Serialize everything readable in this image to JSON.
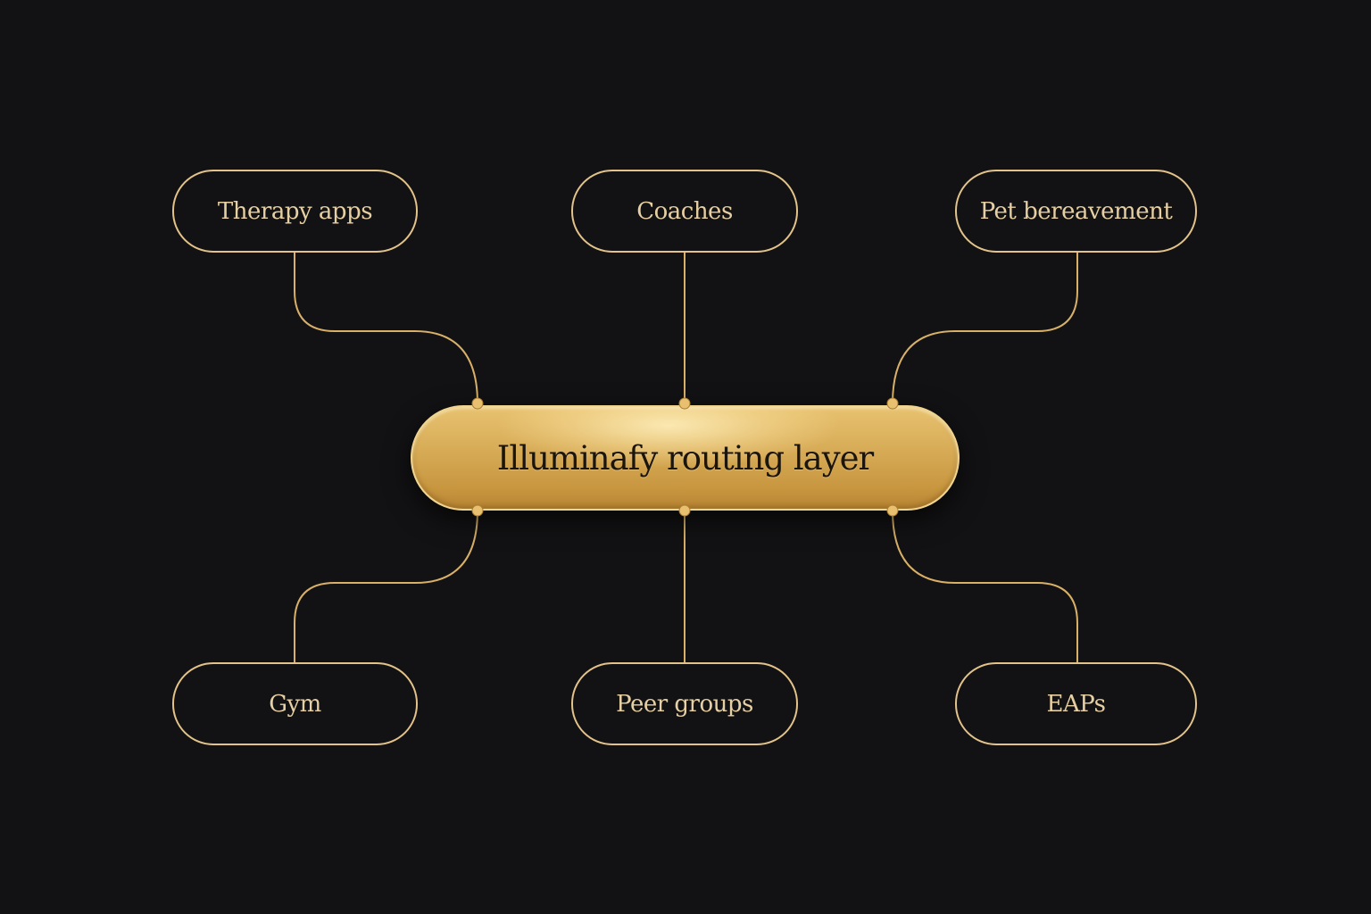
{
  "diagram": {
    "hub": {
      "label": "Illuminafy routing layer"
    },
    "nodes": [
      {
        "id": "therapy-apps",
        "label": "Therapy apps"
      },
      {
        "id": "coaches",
        "label": "Coaches"
      },
      {
        "id": "pet-bereavement",
        "label": "Pet bereavement"
      },
      {
        "id": "gym",
        "label": "Gym"
      },
      {
        "id": "peer-groups",
        "label": "Peer groups"
      },
      {
        "id": "eaps",
        "label": "EAPs"
      }
    ],
    "edges": [
      {
        "from": "therapy-apps",
        "to": "hub"
      },
      {
        "from": "coaches",
        "to": "hub"
      },
      {
        "from": "pet-bereavement",
        "to": "hub"
      },
      {
        "from": "hub",
        "to": "gym"
      },
      {
        "from": "hub",
        "to": "peer-groups"
      },
      {
        "from": "hub",
        "to": "eaps"
      }
    ]
  },
  "colors": {
    "background": "#121214",
    "accent_gold": "#e3c38a",
    "connector": "#d8b068",
    "hub_fill": "#d6aa55",
    "hub_text": "#1c150c",
    "node_text": "#e6cfa2"
  }
}
